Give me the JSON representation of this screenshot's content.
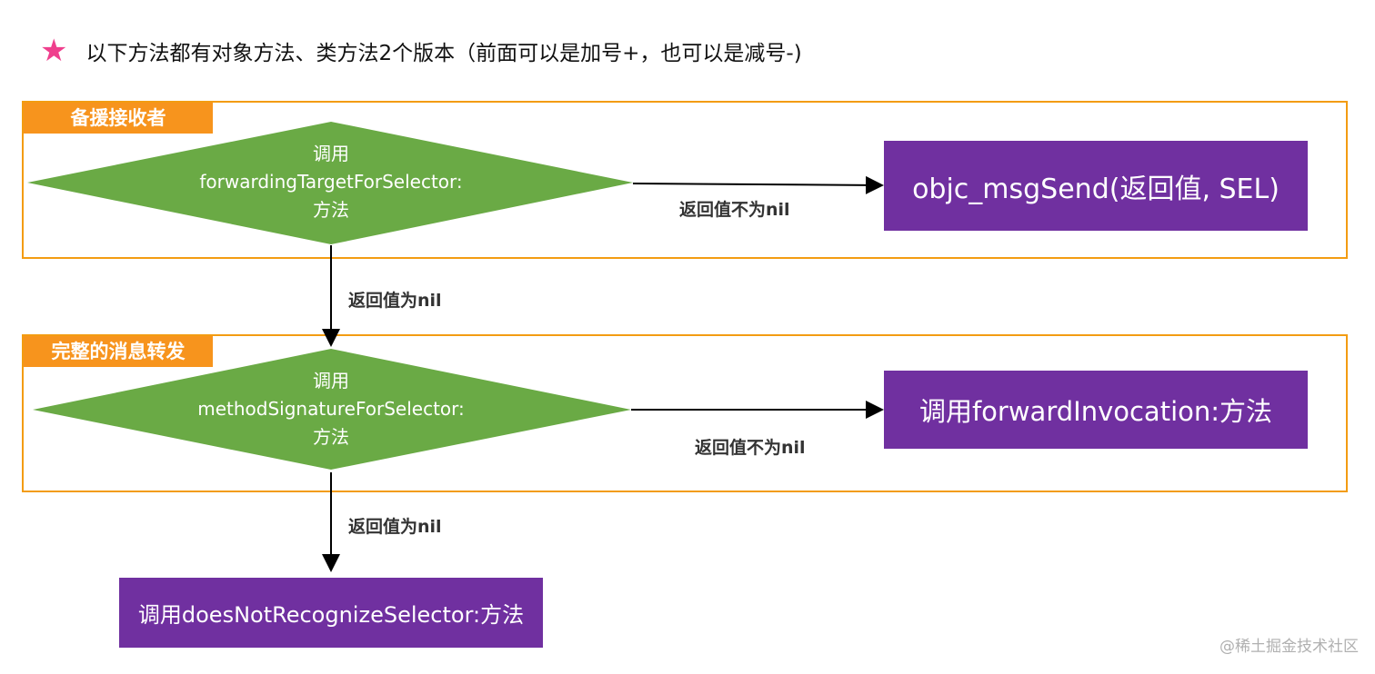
{
  "note": {
    "text": "以下方法都有对象方法、类方法2个版本（前面可以是加号+，也可以是减号-)",
    "star_color": "#ef3f8d"
  },
  "sections": [
    {
      "label": "备援接收者",
      "diamond": {
        "line1": "调用",
        "line2": "forwardingTargetForSelector:",
        "line3": "方法"
      },
      "result_box": "objc_msgSend(返回值, SEL)",
      "edge_right": "返回值不为nil"
    },
    {
      "label": "完整的消息转发",
      "diamond": {
        "line1": "调用",
        "line2": "methodSignatureForSelector:",
        "line3": "方法"
      },
      "result_box": "调用forwardInvocation:方法",
      "edge_right": "返回值不为nil"
    }
  ],
  "edge_down_1": "返回值为nil",
  "edge_down_2": "返回值为nil",
  "final_box": "调用doesNotRecognizeSelector:方法",
  "watermark": "@稀土掘金技术社区",
  "colors": {
    "section_border": "#f39c12",
    "section_label_bg": "#f7941d",
    "diamond_fill": "#6aaa45",
    "box_fill": "#7030a0",
    "arrow": "#000000"
  }
}
